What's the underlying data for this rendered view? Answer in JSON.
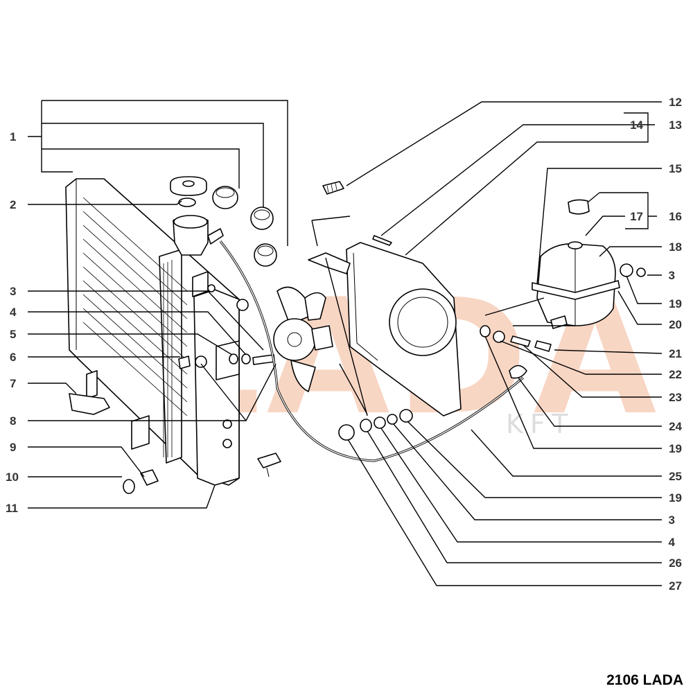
{
  "footer": {
    "title": "2106 LADA"
  },
  "watermark": {
    "text": "LADA",
    "sub": "KFT",
    "color": "#f6c9b1"
  },
  "callouts_left": [
    "1",
    "2",
    "3",
    "4",
    "5",
    "6",
    "7",
    "8",
    "9",
    "10",
    "11"
  ],
  "callouts_right": [
    "12",
    "13",
    "14",
    "15",
    "16",
    "17",
    "18",
    "3",
    "19",
    "20",
    "21",
    "22",
    "23",
    "24",
    "19",
    "25",
    "19",
    "3",
    "4",
    "26",
    "27"
  ]
}
